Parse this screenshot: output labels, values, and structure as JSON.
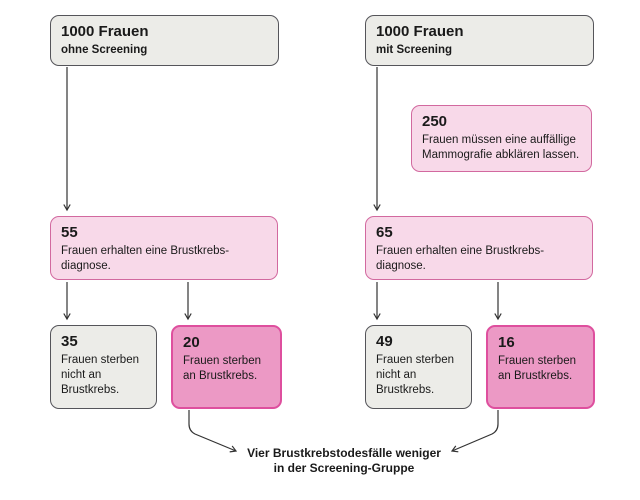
{
  "colors": {
    "background": "#ffffff",
    "gray_fill": "#ECECE8",
    "gray_border": "#55555A",
    "pink_light_fill": "#F8D9E9",
    "pink_light_border": "#D2699F",
    "pink_dark_fill": "#EC99C5",
    "pink_dark_border": "#DE4F9E",
    "arrow": "#333333",
    "text": "#1A1A1A"
  },
  "flow": {
    "left": {
      "top": {
        "value": "1000 Frauen",
        "label": "ohne Screening"
      },
      "diagnosis": {
        "value": "55",
        "label": "Frauen erhalten eine Brustkrebs-\ndiagnose."
      },
      "survive": {
        "value": "35",
        "label": "Frauen sterben\nnicht an\nBrustkrebs."
      },
      "die": {
        "value": "20",
        "label": "Frauen sterben\nan Brustkrebs."
      }
    },
    "right": {
      "top": {
        "value": "1000 Frauen",
        "label": "mit Screening"
      },
      "recall": {
        "value": "250",
        "label": "Frauen müssen eine auffällige\nMammografie abklären lassen."
      },
      "diagnosis": {
        "value": "65",
        "label": "Frauen erhalten eine Brustkrebs-\ndiagnose."
      },
      "survive": {
        "value": "49",
        "label": "Frauen sterben\nnicht an\nBrustkrebs."
      },
      "die": {
        "value": "16",
        "label": "Frauen sterben\nan Brustkrebs."
      }
    },
    "caption": "Vier Brustkrebstodesfälle weniger\nin der Screening-Gruppe"
  }
}
